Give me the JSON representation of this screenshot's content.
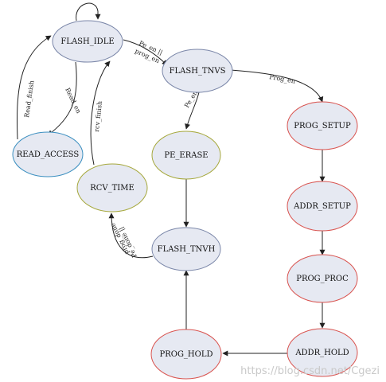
{
  "diagram": {
    "nodes": {
      "flash_idle": {
        "label": "FLASH_IDLE",
        "border": "#7a86a8",
        "fill": "#e6e9f2"
      },
      "flash_tnvs": {
        "label": "FLASH_TNVS",
        "border": "#7a86a8",
        "fill": "#e6e9f2"
      },
      "prog_setup": {
        "label": "PROG_SETUP",
        "border": "#d9534f",
        "fill": "#e6e9f2"
      },
      "read_access": {
        "label": "READ_ACCESS",
        "border": "#3b8fc0",
        "fill": "#e6e9f2"
      },
      "rcv_time": {
        "label": "RCV_TIME",
        "border": "#a6a83c",
        "fill": "#e6e9f2"
      },
      "pe_erase": {
        "label": "PE_ERASE",
        "border": "#a6a83c",
        "fill": "#e6e9f2"
      },
      "addr_setup": {
        "label": "ADDR_SETUP",
        "border": "#d9534f",
        "fill": "#e6e9f2"
      },
      "flash_tnvh": {
        "label": "FLASH_TNVH",
        "border": "#7a86a8",
        "fill": "#e6e9f2"
      },
      "prog_proc": {
        "label": "PROG_PROC",
        "border": "#d9534f",
        "fill": "#e6e9f2"
      },
      "prog_hold": {
        "label": "PROG_HOLD",
        "border": "#d9534f",
        "fill": "#e6e9f2"
      },
      "addr_hold": {
        "label": "ADDR_HOLD",
        "border": "#d9534f",
        "fill": "#e6e9f2"
      }
    },
    "edge_labels": {
      "pe_en_prog_en_1": "Pe_en ||",
      "pe_en_prog_en_2": "prog_en",
      "prog_en": "Prog_en",
      "pe_en": "Pe_en",
      "read_finish": "Read_finish",
      "read_en": "Read_en",
      "rcv_finish": "rcv_finish",
      "pe_done_1": "Pe_done ||",
      "pe_done_2": "prog_done"
    }
  },
  "watermark": "https://blog.csdn.net/Cgezi"
}
